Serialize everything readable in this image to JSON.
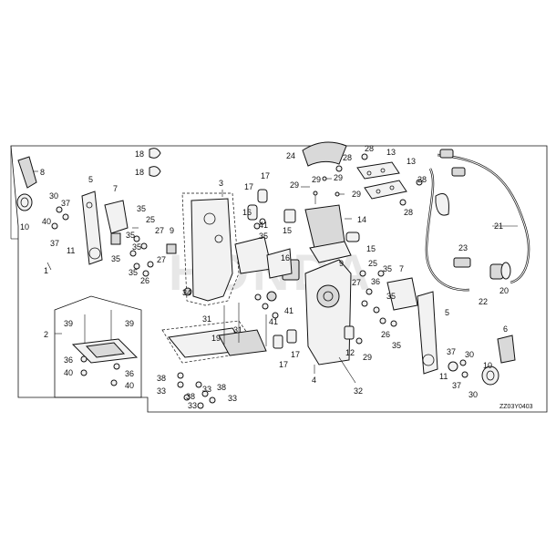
{
  "diagram": {
    "code": "ZZ03Y0403",
    "watermark": "HONDA",
    "callouts": [
      {
        "id": "c8",
        "text": "8"
      },
      {
        "id": "c10a",
        "text": "10"
      },
      {
        "id": "c5a",
        "text": "5"
      },
      {
        "id": "c30a",
        "text": "30"
      },
      {
        "id": "c40a",
        "text": "40"
      },
      {
        "id": "c37a",
        "text": "37"
      },
      {
        "id": "c37b",
        "text": "37"
      },
      {
        "id": "c11a",
        "text": "11"
      },
      {
        "id": "c7a",
        "text": "7"
      },
      {
        "id": "c35a",
        "text": "35"
      },
      {
        "id": "c25a",
        "text": "25"
      },
      {
        "id": "c27a",
        "text": "27"
      },
      {
        "id": "c35b",
        "text": "35"
      },
      {
        "id": "c35c",
        "text": "35"
      },
      {
        "id": "c35d",
        "text": "35"
      },
      {
        "id": "c35e",
        "text": "35"
      },
      {
        "id": "c27b",
        "text": "27"
      },
      {
        "id": "c26a",
        "text": "26"
      },
      {
        "id": "c18a",
        "text": "18"
      },
      {
        "id": "c18b",
        "text": "18"
      },
      {
        "id": "c3",
        "text": "3"
      },
      {
        "id": "c9a",
        "text": "9"
      },
      {
        "id": "c17a",
        "text": "17"
      },
      {
        "id": "c17b",
        "text": "17"
      },
      {
        "id": "c16",
        "text": "16"
      },
      {
        "id": "c41a",
        "text": "41"
      },
      {
        "id": "c35f",
        "text": "35"
      },
      {
        "id": "c34",
        "text": "34"
      },
      {
        "id": "c24",
        "text": "24"
      },
      {
        "id": "c28a",
        "text": "28"
      },
      {
        "id": "c28b",
        "text": "28"
      },
      {
        "id": "c28c",
        "text": "28"
      },
      {
        "id": "c28d",
        "text": "28"
      },
      {
        "id": "c13a",
        "text": "13"
      },
      {
        "id": "c13b",
        "text": "13"
      },
      {
        "id": "c29a",
        "text": "29"
      },
      {
        "id": "c29b",
        "text": "29"
      },
      {
        "id": "c29c",
        "text": "29"
      },
      {
        "id": "c29d",
        "text": "29"
      },
      {
        "id": "c14",
        "text": "14"
      },
      {
        "id": "c15a",
        "text": "15"
      },
      {
        "id": "c15b",
        "text": "15"
      },
      {
        "id": "c16b",
        "text": "16"
      },
      {
        "id": "c9b",
        "text": "9"
      },
      {
        "id": "c25b",
        "text": "25"
      },
      {
        "id": "c35g",
        "text": "35"
      },
      {
        "id": "c27c",
        "text": "27"
      },
      {
        "id": "c36a",
        "text": "36"
      },
      {
        "id": "c35h",
        "text": "35"
      },
      {
        "id": "c7b",
        "text": "7"
      },
      {
        "id": "c5b",
        "text": "5"
      },
      {
        "id": "c26b",
        "text": "26"
      },
      {
        "id": "c35i",
        "text": "35"
      },
      {
        "id": "c21",
        "text": "21"
      },
      {
        "id": "c23",
        "text": "23"
      },
      {
        "id": "c22",
        "text": "22"
      },
      {
        "id": "c20",
        "text": "20"
      },
      {
        "id": "c6",
        "text": "6"
      },
      {
        "id": "c37c",
        "text": "37"
      },
      {
        "id": "c30b",
        "text": "30"
      },
      {
        "id": "c30c",
        "text": "30"
      },
      {
        "id": "c10b",
        "text": "10"
      },
      {
        "id": "c11b",
        "text": "11"
      },
      {
        "id": "c37d",
        "text": "37"
      },
      {
        "id": "c1",
        "text": "1"
      },
      {
        "id": "c2",
        "text": "2"
      },
      {
        "id": "c39a",
        "text": "39"
      },
      {
        "id": "c39b",
        "text": "39"
      },
      {
        "id": "c36b",
        "text": "36"
      },
      {
        "id": "c36c",
        "text": "36"
      },
      {
        "id": "c40b",
        "text": "40"
      },
      {
        "id": "c40c",
        "text": "40"
      },
      {
        "id": "c31a",
        "text": "31"
      },
      {
        "id": "c31b",
        "text": "31"
      },
      {
        "id": "c41b",
        "text": "41"
      },
      {
        "id": "c41c",
        "text": "41"
      },
      {
        "id": "c19",
        "text": "19"
      },
      {
        "id": "c17c",
        "text": "17"
      },
      {
        "id": "c17d",
        "text": "17"
      },
      {
        "id": "c4",
        "text": "4"
      },
      {
        "id": "c12",
        "text": "12"
      },
      {
        "id": "c29e",
        "text": "29"
      },
      {
        "id": "c32",
        "text": "32"
      },
      {
        "id": "c38a",
        "text": "38"
      },
      {
        "id": "c38b",
        "text": "38"
      },
      {
        "id": "c38c",
        "text": "38"
      },
      {
        "id": "c33a",
        "text": "33"
      },
      {
        "id": "c33b",
        "text": "33"
      },
      {
        "id": "c33c",
        "text": "33"
      },
      {
        "id": "c33d",
        "text": "33"
      }
    ]
  }
}
